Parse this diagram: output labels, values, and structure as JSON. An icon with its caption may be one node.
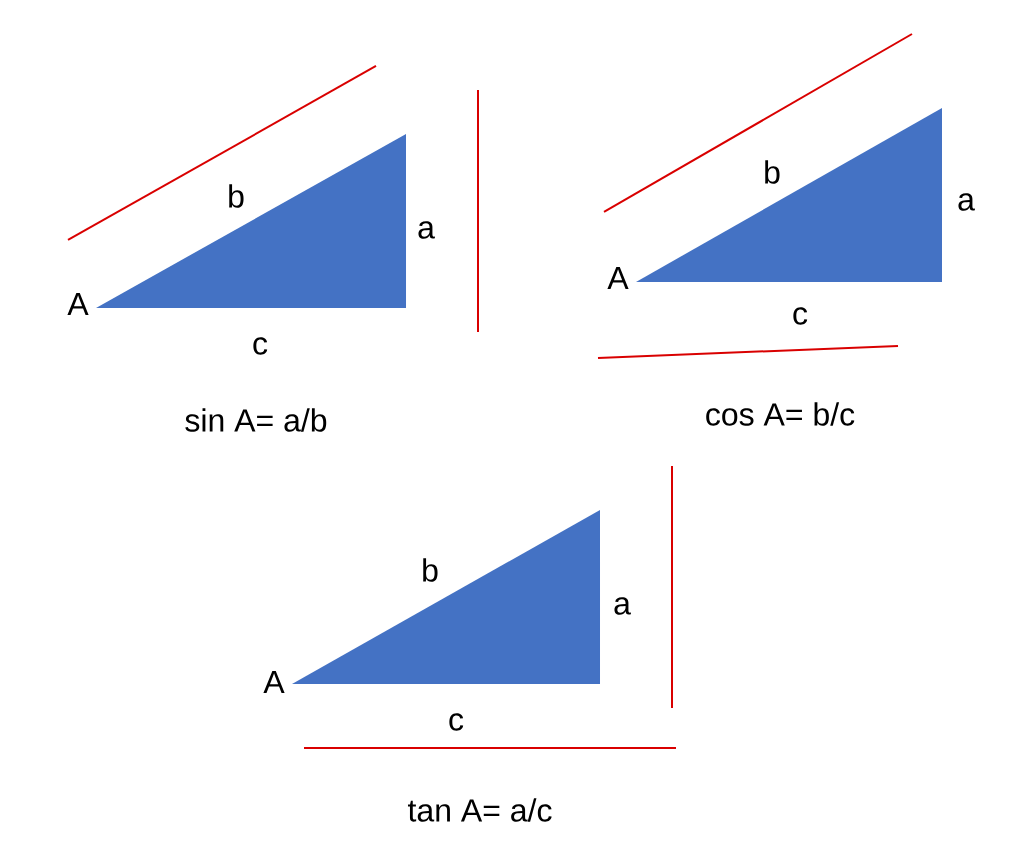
{
  "diagram": {
    "nodes": [
      {
        "text": [],
        "shape": "triangle",
        "beside": [
          "b",
          "a",
          "A",
          "c"
        ]
      },
      {
        "text": [],
        "shape": "triangle",
        "beside": [
          "b",
          "a",
          "A",
          "c"
        ]
      },
      {
        "text": [],
        "shape": "triangle",
        "beside": [
          "b",
          "a",
          "A",
          "c"
        ]
      }
    ],
    "labels": [
      "sin A= a/b",
      "cos A= b/c",
      "tan A= a/c"
    ]
  }
}
